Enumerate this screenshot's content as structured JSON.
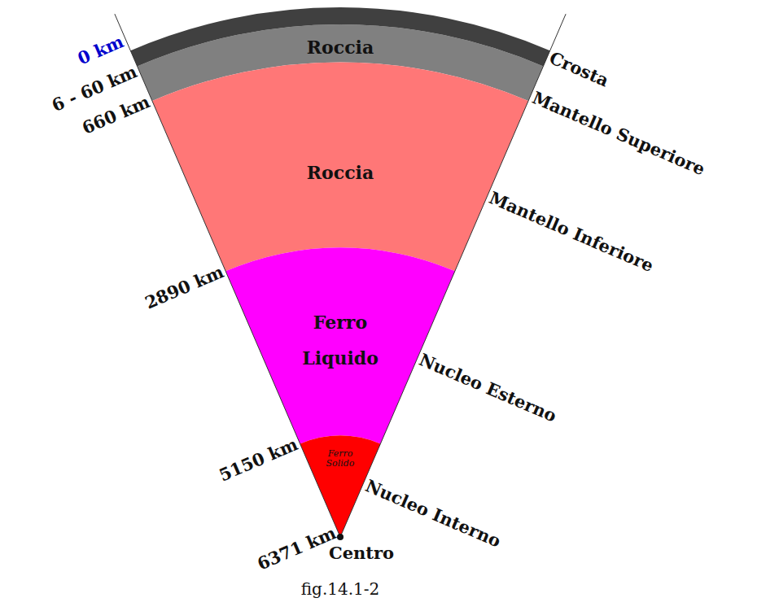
{
  "diagram": {
    "caption": "fig.14.1-2",
    "nodes": [
      {
        "text": [
          "Roccia"
        ]
      },
      {
        "text": [
          "Roccia"
        ]
      },
      {
        "text": [
          "Ferro Liquido"
        ]
      },
      {
        "text": [
          "Ferro Solido"
        ]
      }
    ],
    "labels": [
      "0 km",
      "6 - 60 km",
      "660 km",
      "2890 km",
      "5150 km",
      "6371 km",
      "Crosta",
      "Mantello Superiore",
      "Mantello Inferiore",
      "Nucleo Esterno",
      "Nucleo Interno",
      "Centro"
    ]
  }
}
